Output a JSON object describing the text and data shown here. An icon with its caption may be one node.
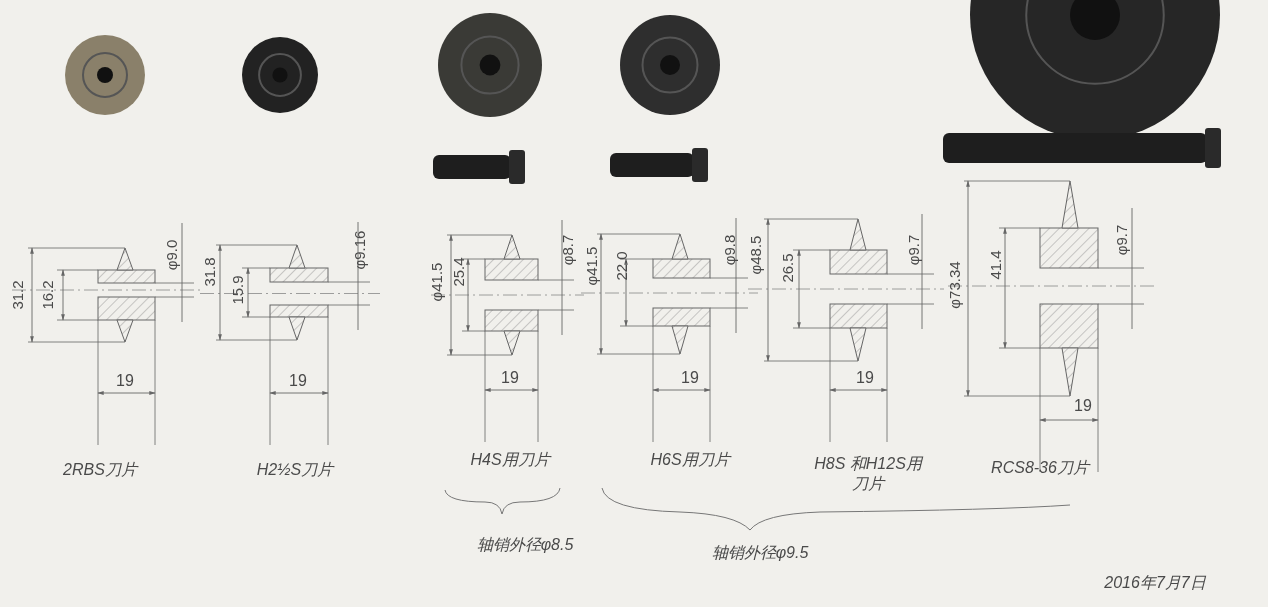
{
  "diagram": {
    "labels": [
      "31.2",
      "16.2",
      "φ9.0",
      "19",
      "2RBS刀片",
      "31.8",
      "15.9",
      "φ9.16",
      "19",
      "H2½S刀片",
      "φ41.5",
      "25.4",
      "φ8.7",
      "19",
      "H4S用刀片",
      "φ41.5",
      "22.0",
      "φ9.8",
      "19",
      "H6S用刀片",
      "φ48.5",
      "26.5",
      "φ9.7",
      "19",
      "H8S 和H12S用刀片",
      "φ73.34",
      "41.4",
      "φ9.7",
      "19",
      "RCS8-36刀片",
      "轴销外径φ8.5",
      "轴销外径φ9.5",
      "2016年7月7日"
    ]
  }
}
